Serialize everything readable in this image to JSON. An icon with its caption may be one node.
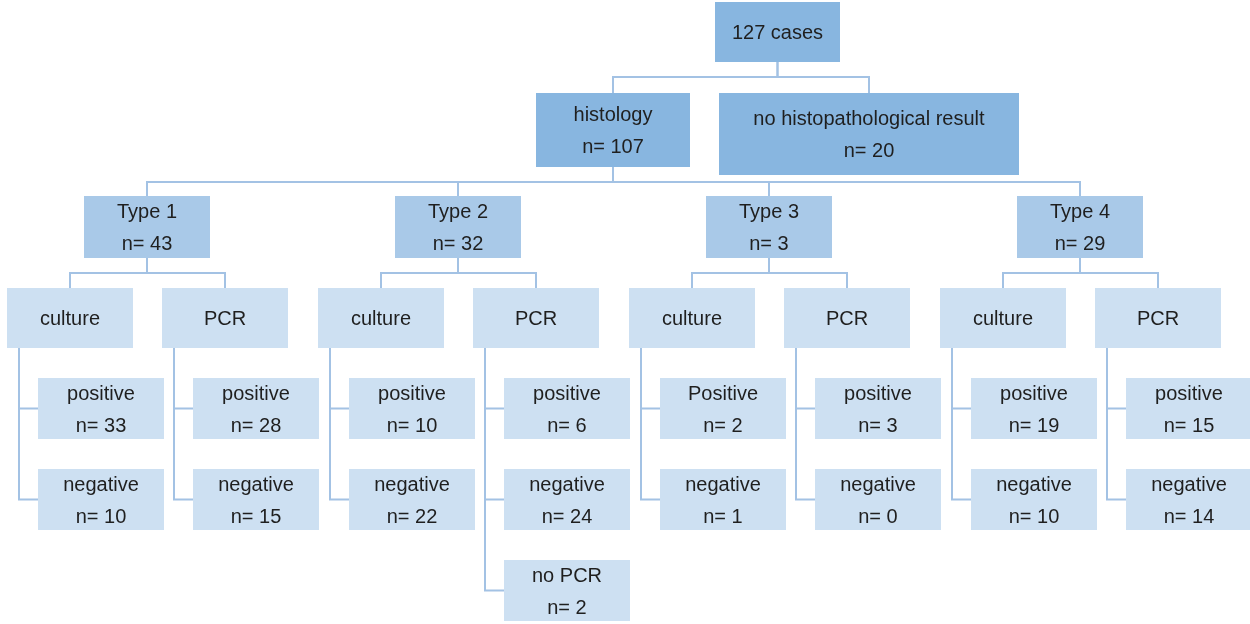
{
  "diagram": {
    "nodes": [
      {
        "text": [
          "127 cases"
        ]
      },
      {
        "text": [
          "histology",
          "n= 107"
        ]
      },
      {
        "text": [
          "no histopathological result",
          "n= 20"
        ]
      },
      {
        "text": [
          "Type 1",
          "n= 43"
        ]
      },
      {
        "text": [
          "Type 2",
          "n= 32"
        ]
      },
      {
        "text": [
          "Type 3",
          "n= 3"
        ]
      },
      {
        "text": [
          "Type 4",
          "n= 29"
        ]
      },
      {
        "text": [
          "culture"
        ]
      },
      {
        "text": [
          "PCR"
        ]
      },
      {
        "text": [
          "culture"
        ]
      },
      {
        "text": [
          "PCR"
        ]
      },
      {
        "text": [
          "culture"
        ]
      },
      {
        "text": [
          "PCR"
        ]
      },
      {
        "text": [
          "culture"
        ]
      },
      {
        "text": [
          "PCR"
        ]
      },
      {
        "text": [
          "positive",
          "n= 33"
        ]
      },
      {
        "text": [
          "positive",
          "n= 28"
        ]
      },
      {
        "text": [
          "positive",
          "n= 10"
        ]
      },
      {
        "text": [
          "positive",
          "n= 6"
        ]
      },
      {
        "text": [
          "Positive",
          "n= 2"
        ]
      },
      {
        "text": [
          "positive",
          "n= 3"
        ]
      },
      {
        "text": [
          "positive",
          "n= 19"
        ]
      },
      {
        "text": [
          "positive",
          "n= 15"
        ]
      },
      {
        "text": [
          "negative",
          "n= 10"
        ]
      },
      {
        "text": [
          "negative",
          "n= 15"
        ]
      },
      {
        "text": [
          "negative",
          "n= 22"
        ]
      },
      {
        "text": [
          "negative",
          "n= 24"
        ]
      },
      {
        "text": [
          "negative",
          "n= 1"
        ]
      },
      {
        "text": [
          "negative",
          "n= 0"
        ]
      },
      {
        "text": [
          "negative",
          "n= 10"
        ]
      },
      {
        "text": [
          "negative",
          "n= 14"
        ]
      },
      {
        "text": [
          "no PCR",
          "n= 2"
        ]
      }
    ],
    "edges": [
      {
        "from": 0,
        "to": 1,
        "arrow": "none"
      },
      {
        "from": 0,
        "to": 2,
        "arrow": "none"
      },
      {
        "from": 1,
        "to": 3,
        "arrow": "none"
      },
      {
        "from": 1,
        "to": 4,
        "arrow": "none"
      },
      {
        "from": 1,
        "to": 5,
        "arrow": "none"
      },
      {
        "from": 1,
        "to": 6,
        "arrow": "none"
      },
      {
        "from": 3,
        "to": 7,
        "arrow": "none"
      },
      {
        "from": 3,
        "to": 8,
        "arrow": "none"
      },
      {
        "from": 4,
        "to": 9,
        "arrow": "none"
      },
      {
        "from": 4,
        "to": 10,
        "arrow": "none"
      },
      {
        "from": 5,
        "to": 11,
        "arrow": "none"
      },
      {
        "from": 5,
        "to": 12,
        "arrow": "none"
      },
      {
        "from": 6,
        "to": 13,
        "arrow": "none"
      },
      {
        "from": 6,
        "to": 14,
        "arrow": "none"
      },
      {
        "from": 7,
        "to": 15,
        "arrow": "none"
      },
      {
        "from": 7,
        "to": 23,
        "arrow": "none"
      },
      {
        "from": 8,
        "to": 16,
        "arrow": "none"
      },
      {
        "from": 8,
        "to": 24,
        "arrow": "none"
      },
      {
        "from": 9,
        "to": 17,
        "arrow": "none"
      },
      {
        "from": 9,
        "to": 25,
        "arrow": "none"
      },
      {
        "from": 10,
        "to": 18,
        "arrow": "none"
      },
      {
        "from": 10,
        "to": 26,
        "arrow": "none"
      },
      {
        "from": 10,
        "to": 31,
        "arrow": "none"
      },
      {
        "from": 11,
        "to": 19,
        "arrow": "none"
      },
      {
        "from": 11,
        "to": 27,
        "arrow": "none"
      },
      {
        "from": 12,
        "to": 20,
        "arrow": "none"
      },
      {
        "from": 12,
        "to": 28,
        "arrow": "none"
      },
      {
        "from": 13,
        "to": 21,
        "arrow": "none"
      },
      {
        "from": 13,
        "to": 29,
        "arrow": "none"
      },
      {
        "from": 14,
        "to": 22,
        "arrow": "none"
      },
      {
        "from": 14,
        "to": 30,
        "arrow": "none"
      }
    ]
  }
}
